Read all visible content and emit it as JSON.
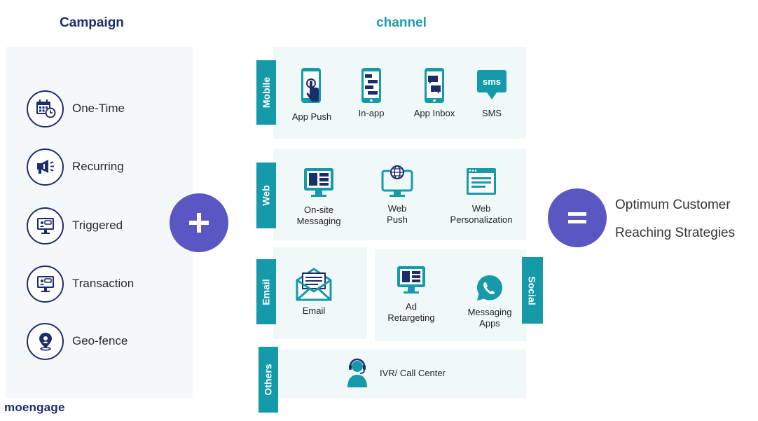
{
  "campaign": {
    "title": "Campaign",
    "items": [
      {
        "label": "One-Time",
        "icon": "calendar-clock-icon"
      },
      {
        "label": "Recurring",
        "icon": "megaphone-icon"
      },
      {
        "label": "Triggered",
        "icon": "monitor-chat-icon"
      },
      {
        "label": "Transaction",
        "icon": "monitor-chat-icon"
      },
      {
        "label": "Geo-fence",
        "icon": "location-pin-icon"
      }
    ]
  },
  "plus_symbol": "+",
  "channel": {
    "title": "channel",
    "mobile": {
      "tab": "Mobile",
      "items": [
        {
          "label": "App Push",
          "icon": "phone-touch-icon"
        },
        {
          "label": "In-app",
          "icon": "phone-inapp-icon"
        },
        {
          "label": "App Inbox",
          "icon": "phone-chat-icon"
        },
        {
          "label": "SMS",
          "icon": "sms-bubble-icon"
        }
      ],
      "sms_icon_text": "sms"
    },
    "web": {
      "tab": "Web",
      "items": [
        {
          "line1": "On-site",
          "line2": "Messaging",
          "icon": "monitor-layout-icon"
        },
        {
          "line1": "Web",
          "line2": "Push",
          "icon": "monitor-globe-icon"
        },
        {
          "line1": "Web",
          "line2": "Personalization",
          "icon": "browser-window-icon"
        }
      ]
    },
    "email": {
      "tab": "Email",
      "label": "Email",
      "icon": "envelope-icon"
    },
    "social": {
      "tab": "Social",
      "items": [
        {
          "line1": "Ad",
          "line2": "Retargeting",
          "icon": "monitor-ad-icon"
        },
        {
          "line1": "Messaging",
          "line2": "Apps",
          "icon": "whatsapp-icon"
        }
      ]
    },
    "others": {
      "tab": "Others",
      "label": "IVR/ Call Center",
      "icon": "headset-agent-icon"
    }
  },
  "equals_symbol": "=",
  "result": {
    "line1": "Optimum Customer",
    "line2": "Reaching Strategies"
  },
  "brand": "moengage",
  "colors": {
    "navy": "#1c2d6b",
    "teal": "#159aa9",
    "purple": "#5a57c2",
    "panel": "#f1f8fa"
  }
}
